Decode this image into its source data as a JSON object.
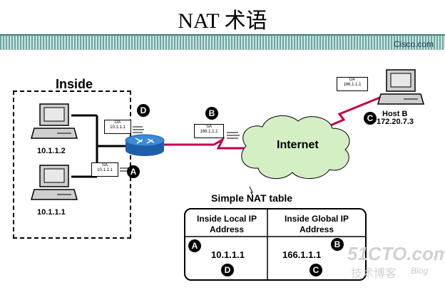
{
  "title": "NAT 术语",
  "brand": "Cisco.com",
  "inside_label": "Inside",
  "hosts": {
    "host1_ip": "10.1.1.2",
    "host2_ip": "10.1.1.1",
    "hostb_name": "Host B",
    "hostb_ip": "172.20.7.3"
  },
  "packets": {
    "p1": {
      "field": "DA",
      "addr": "10.1.1.1"
    },
    "p2": {
      "field": "SA",
      "addr": "10.1.1.1"
    },
    "p3": {
      "field": "SA",
      "addr": "166.1.1.1"
    },
    "p4": {
      "field": "DA",
      "addr": "166.1.1.1"
    }
  },
  "badges": {
    "a": "A",
    "b": "B",
    "c": "C",
    "d": "D"
  },
  "cloud_label": "Internet",
  "nat_table": {
    "title": "Simple NAT table",
    "col1_header": "Inside Local IP Address",
    "col2_header": "Inside Global IP Address",
    "col1_value": "10.1.1.1",
    "col2_value": "166.1.1.1"
  },
  "watermark": {
    "site": "51CTO.com",
    "sub": "技术博客",
    "blog": "Blog"
  },
  "colors": {
    "link_red": "#c0004a",
    "router_blue": "#2a78c8",
    "cloud": "#d4efc4",
    "band": "#6aa7a3"
  }
}
